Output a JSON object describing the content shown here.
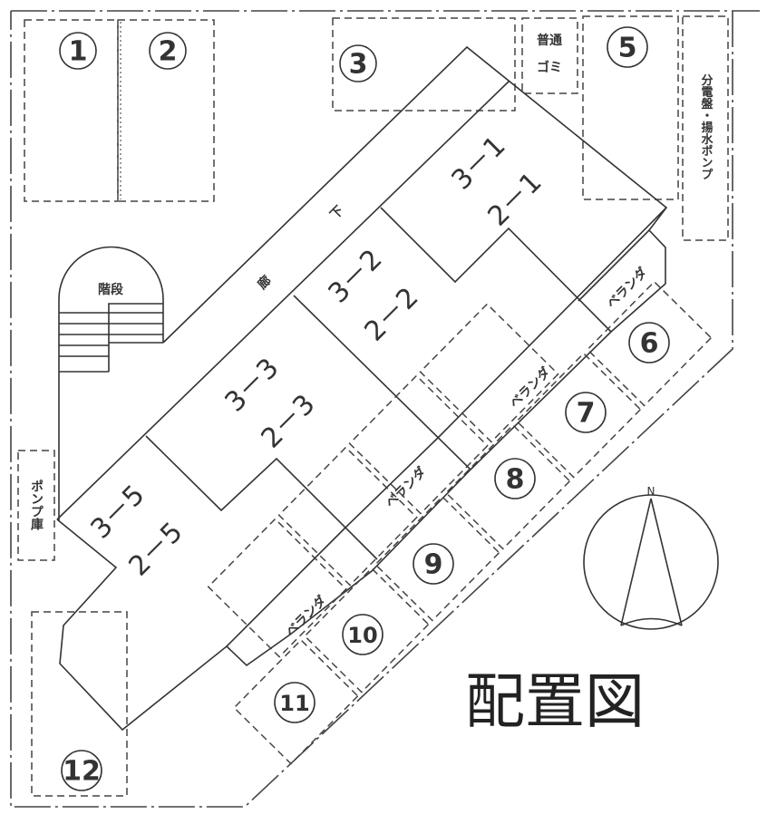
{
  "title": "配置図",
  "parking": [
    {
      "label": "1"
    },
    {
      "label": "2"
    },
    {
      "label": "3"
    },
    {
      "label": "5"
    },
    {
      "label": "6"
    },
    {
      "label": "7"
    },
    {
      "label": "8"
    },
    {
      "label": "9"
    },
    {
      "label": "10"
    },
    {
      "label": "11"
    },
    {
      "label": "12"
    }
  ],
  "facilities": {
    "garbage_line1": "普通",
    "garbage_line2": "ゴミ",
    "distribution": "分電盤・揚水ポンプ",
    "pump_room": "ポンプ庫",
    "stairs": "階段",
    "corridor_1": "廊",
    "corridor_2": "下",
    "balcony": "ベランダ"
  },
  "units": [
    {
      "upper": "3－1",
      "lower": "2－1"
    },
    {
      "upper": "3－2",
      "lower": "2－2"
    },
    {
      "upper": "3－3",
      "lower": "2－3"
    },
    {
      "upper": "3－5",
      "lower": "2－5"
    }
  ],
  "compass": {
    "north": "N"
  }
}
